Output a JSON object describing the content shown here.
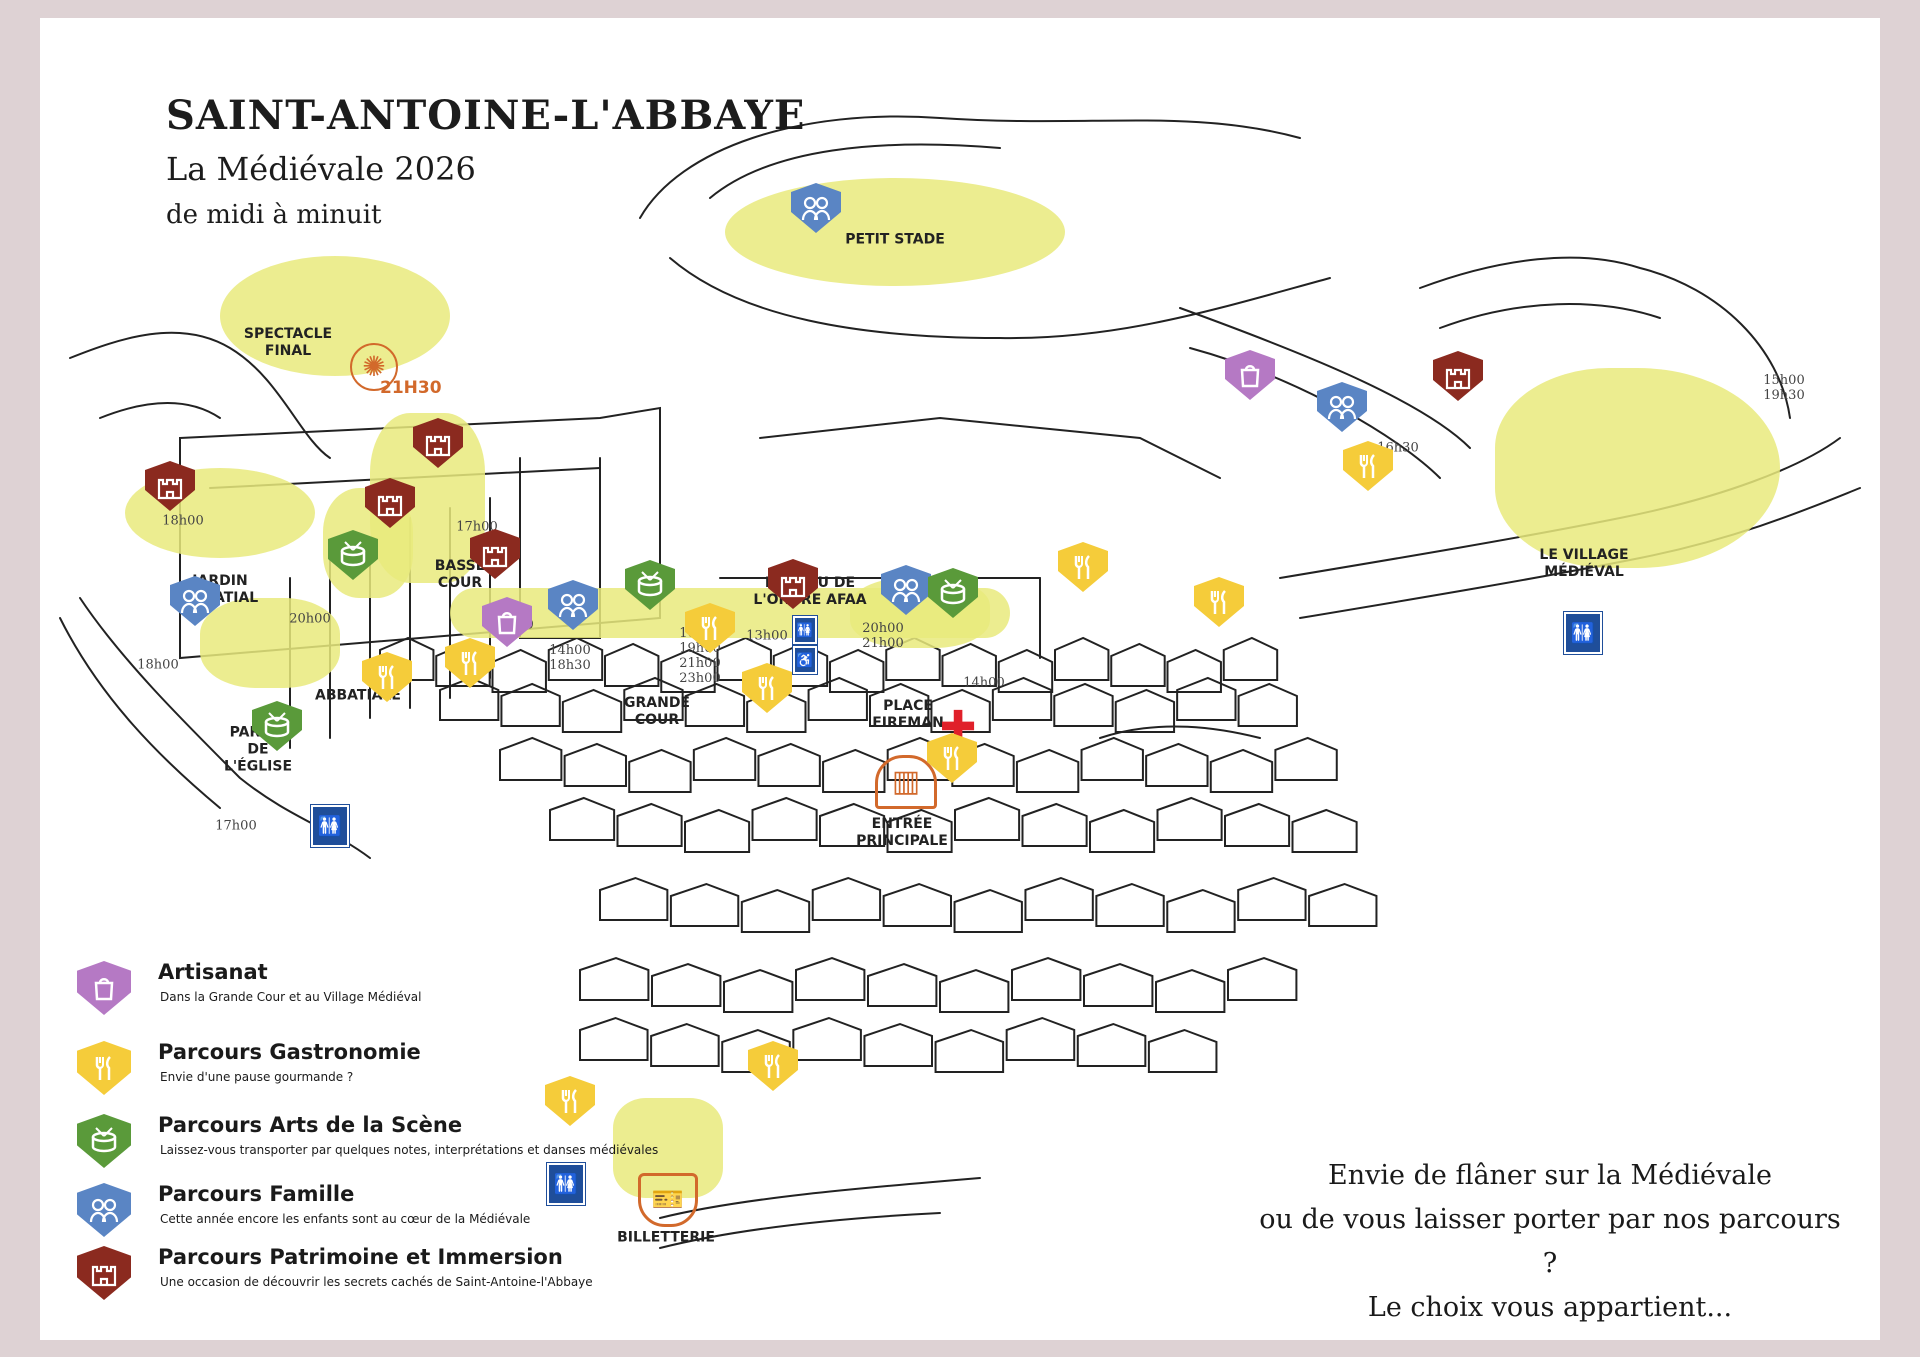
{
  "header": {
    "town": "SAINT-ANTOINE-L'ABBAYE",
    "event": "La Médiévale 2026",
    "hours": "de midi à minuit"
  },
  "colors": {
    "artisanat": "#b579c4",
    "gastronomie": "#f5cc3a",
    "scene": "#5a9a3a",
    "famille": "#5a85c4",
    "patrimoine": "#8b2a1f",
    "zone": "#e9ea7d",
    "final_orange": "#d2692b",
    "wc_blue": "#1f4e9a",
    "first_aid": "#e0202a"
  },
  "places": {
    "spectacle_final": "SPECTACLE\nFINAL",
    "spectacle_time": "21H30",
    "petit_stade": "PETIT STADE",
    "jardin": "JARDIN\nABBATIAL",
    "basse_cour": "BASSE\nCOUR",
    "abbatiale": "ABBATIALE",
    "parvis": "PARVIS\nDE\nL'ÉGLISE",
    "grande_cour": "GRANDE\nCOUR",
    "bureau": "BUREAU DE\nL'ORDRE AFAA",
    "place_fireman": "PLACE\nFIREMAN",
    "entree": "ENTRÉE\nPRINCIPALE",
    "village": "LE VILLAGE\nMÉDIÉVAL",
    "billetterie": "BILLETTERIE"
  },
  "times": {
    "jardin": "18h00",
    "basse_cour_top": "17h00",
    "basse_cour_bottom": "20h00",
    "abbatiale": "20h00",
    "parvis": "18h00",
    "bottom_left": "17h00",
    "grande_cour_left": "14h00\n18h30",
    "grande_cour_right": "16h00\n19h00\n21h00\n23h00",
    "bureau": "13h00",
    "fireman_left": "20h00\n21h00",
    "fireman_right": "14h00",
    "village_famille": "16h30",
    "village_patrimoine": "15h00\n19h30"
  },
  "legend": [
    {
      "key": "artisanat",
      "title": "Artisanat",
      "desc": "Dans la Grande Cour et au Village Médiéval",
      "icon": "bag-icon"
    },
    {
      "key": "gastronomie",
      "title": "Parcours Gastronomie",
      "desc": "Envie d'une pause gourmande ?",
      "icon": "fork-knife-icon"
    },
    {
      "key": "scene",
      "title": "Parcours Arts de la Scène",
      "desc": "Laissez-vous transporter par quelques notes, interprétations et danses médiévales",
      "icon": "drum-icon"
    },
    {
      "key": "famille",
      "title": "Parcours Famille",
      "desc": "Cette année encore les enfants sont au cœur de la Médiévale",
      "icon": "family-icon"
    },
    {
      "key": "patrimoine",
      "title": "Parcours Patrimoine et Immersion",
      "desc": "Une occasion de découvrir les secrets cachés de Saint-Antoine-l'Abbaye",
      "icon": "castle-icon"
    }
  ],
  "invite": {
    "line1": "Envie de flâner sur la Médiévale",
    "line2": "ou de vous laisser porter par nos parcours ?",
    "line3": "Le choix vous appartient..."
  }
}
